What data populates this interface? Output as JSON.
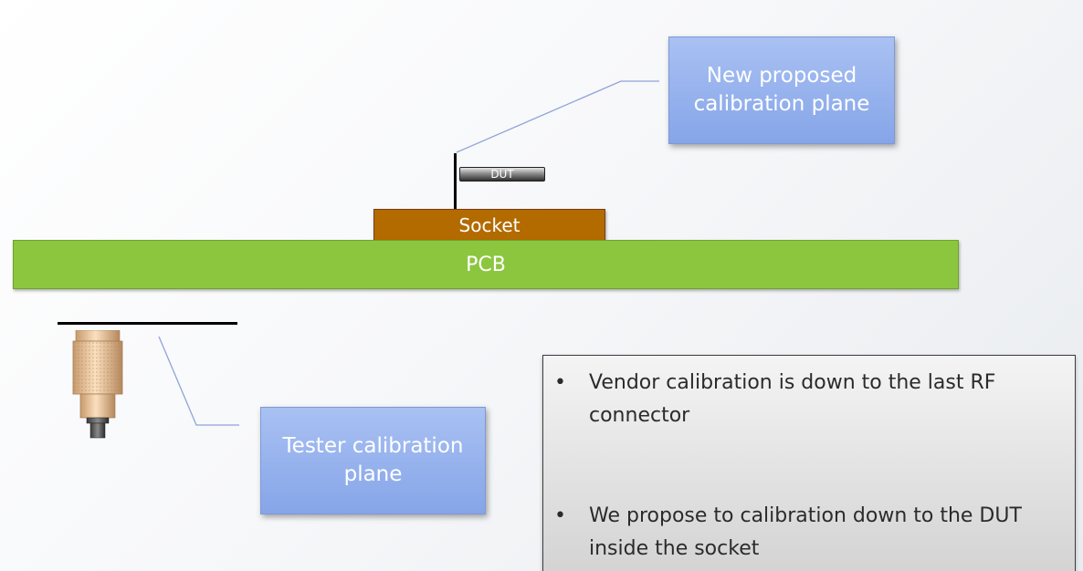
{
  "diagram": {
    "callouts": {
      "new_plane": "New proposed\ncalibration plane",
      "tester_plane": "Tester calibration\nplane"
    },
    "socket_label": "Socket",
    "pcb_label": "PCB",
    "dut_label": "DUT",
    "notes": [
      {
        "bullet": "•",
        "text": "Vendor calibration is down to the last RF connector"
      },
      {
        "bullet": "•",
        "text": "We propose to calibration down to the DUT inside the socket"
      }
    ],
    "colors": {
      "callout_fill": "#95b3ec",
      "socket_fill": "#b36b00",
      "pcb_fill": "#8cc63f",
      "leader_line": "#8fa3d9"
    }
  }
}
